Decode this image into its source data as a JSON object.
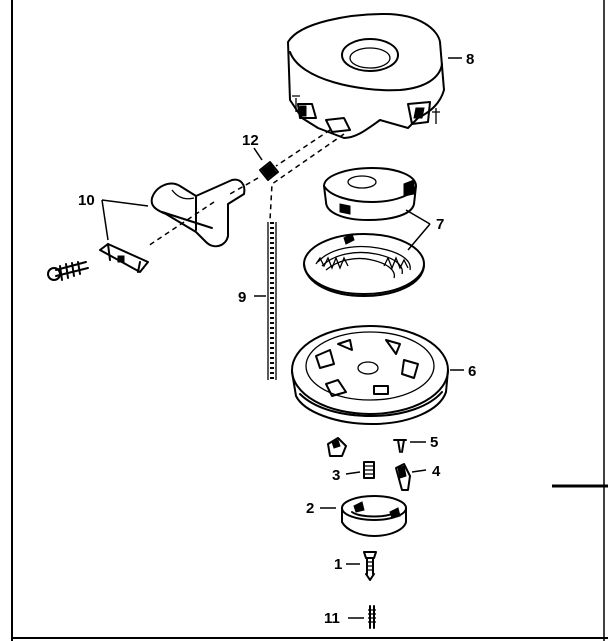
{
  "parts": [
    {
      "id": "1",
      "label": "1",
      "name": "screw"
    },
    {
      "id": "2",
      "label": "2",
      "name": "retainer"
    },
    {
      "id": "3",
      "label": "3",
      "name": "spring"
    },
    {
      "id": "4",
      "label": "4",
      "name": "pawl"
    },
    {
      "id": "5",
      "label": "5",
      "name": "pin"
    },
    {
      "id": "6",
      "label": "6",
      "name": "pulley"
    },
    {
      "id": "7",
      "label": "7",
      "name": "recoil-spring"
    },
    {
      "id": "8",
      "label": "8",
      "name": "housing"
    },
    {
      "id": "9",
      "label": "9",
      "name": "rope"
    },
    {
      "id": "10",
      "label": "10",
      "name": "handle"
    },
    {
      "id": "11",
      "label": "11",
      "name": "pin"
    },
    {
      "id": "12",
      "label": "12",
      "name": "insert"
    }
  ],
  "colors": {
    "ink": "#000000",
    "paper": "#ffffff"
  }
}
